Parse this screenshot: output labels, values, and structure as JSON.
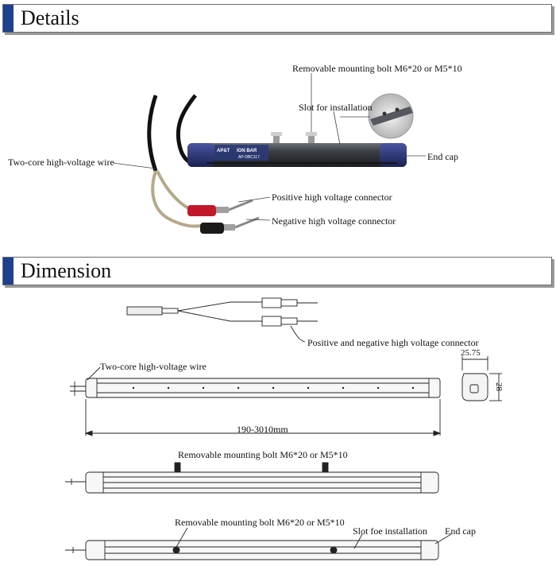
{
  "sections": {
    "details_title": "Details",
    "dimension_title": "Dimension"
  },
  "details": {
    "brand_text": "AP&T",
    "bar_text": "ION BAR",
    "model_text": "AP-DBC117",
    "label_bolt": "Removable mounting bolt M6*20 or M5*10",
    "label_slot": "Slot for installation",
    "label_endcap": "End cap",
    "label_wire": "Two-core high-voltage wire",
    "label_positive": "Positive high voltage connector",
    "label_negative": "Negative high voltage connector"
  },
  "dimension": {
    "label_connector": "Positive and negative high voltage connector",
    "label_wire": "Two-core high-voltage wire",
    "width_value": "25.75",
    "height_value": "28",
    "length_value": "190-3010mm",
    "label_bolt_1": "Removable mounting bolt M6*20 or M5*10",
    "label_bolt_2": "Removable mounting bolt M6*20 or M5*10",
    "label_slot": "Slot foe installation",
    "label_endcap": "End cap"
  },
  "colors": {
    "accent": "#1f3f8f",
    "bar_body": "#3a3d42",
    "end_cap": "#27306a",
    "positive": "#c2182b",
    "negative": "#1a1a1a"
  }
}
